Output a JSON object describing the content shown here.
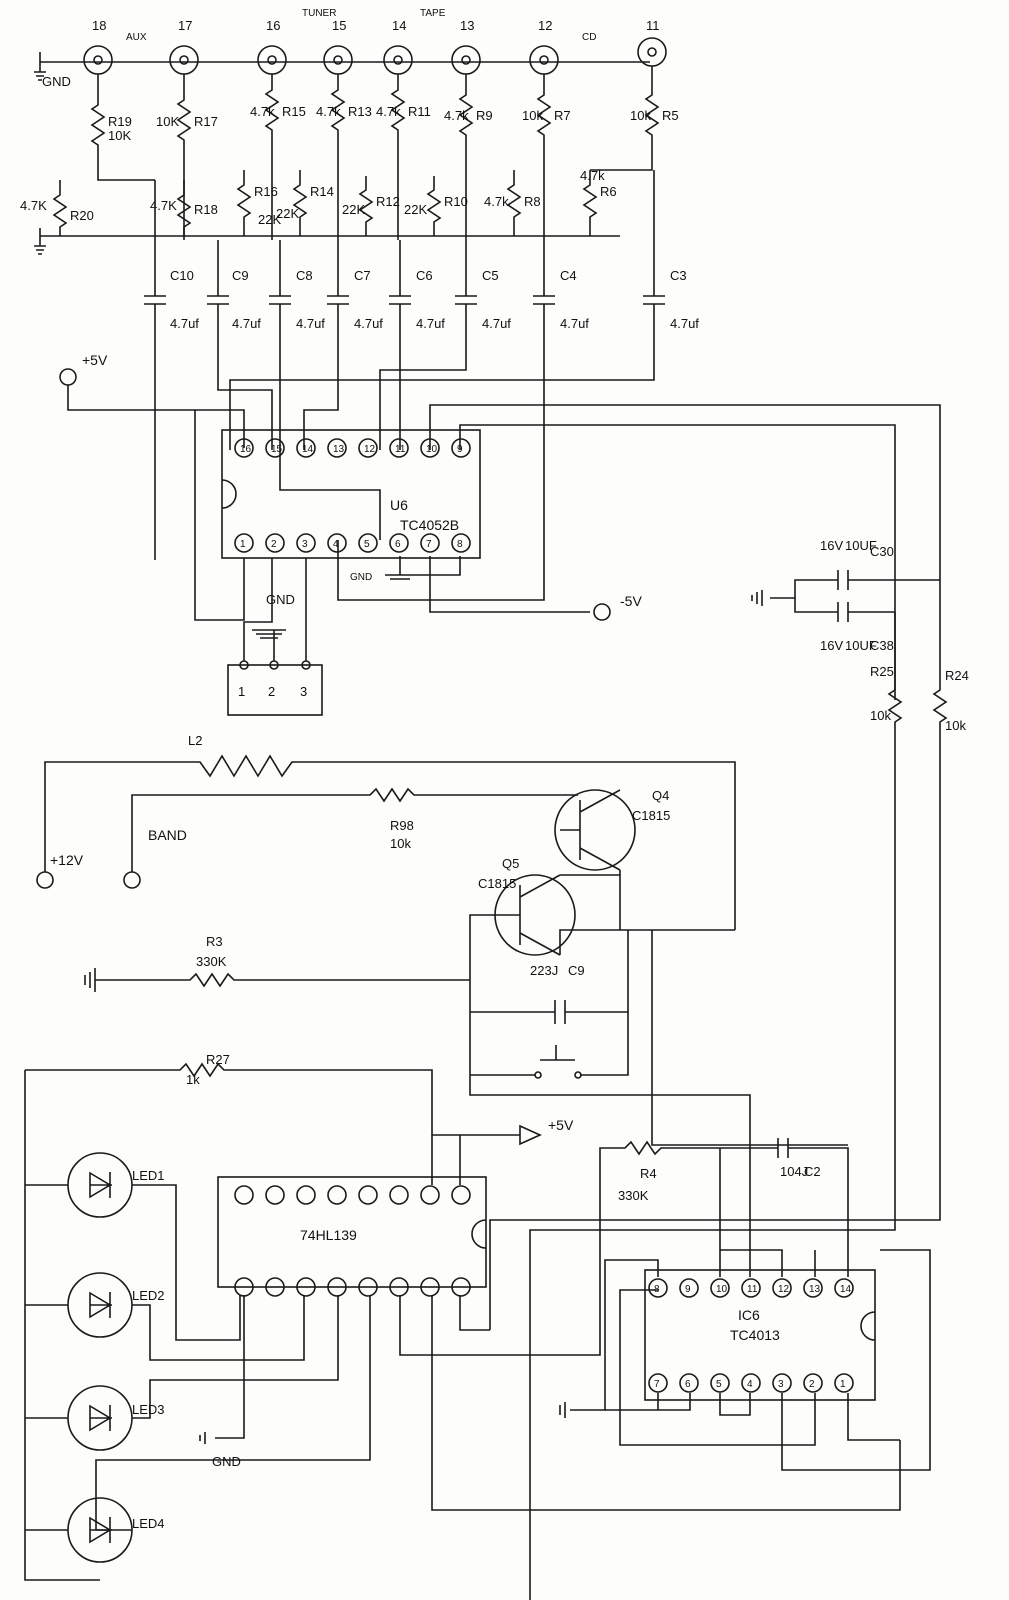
{
  "jacks": {
    "j18": "18",
    "j17": "17",
    "j16": "16",
    "j15": "15",
    "j14": "14",
    "j13": "13",
    "j12": "12",
    "j11": "11"
  },
  "sources": {
    "aux": "AUX",
    "tuner": "TUNER",
    "tape": "TAPE",
    "cd": "CD",
    "gnd": "GND"
  },
  "resistors": {
    "r19": "R19",
    "r19v": "10K",
    "r17": "R17",
    "r17v": "10K",
    "r15": "R15",
    "r15v": "4.7k",
    "r13": "R13",
    "r13v": "4.7k",
    "r11": "R11",
    "r11v": "4.7k",
    "r9": "R9",
    "r9v": "4.7k",
    "r7": "R7",
    "r7v": "10k",
    "r5": "R5",
    "r5v": "10k",
    "r20": "R20",
    "r20v": "4.7K",
    "r18": "R18",
    "r18v": "4.7K",
    "r16": "R16",
    "r16v": "22K",
    "r14": "R14",
    "r14v": "22K",
    "r12": "R12",
    "r12v": "22K",
    "r10": "R10",
    "r10v": "22K",
    "r8": "R8",
    "r8v": "4.7k",
    "r6": "R6",
    "r6v": "4.7k",
    "r24": "R24",
    "r24v": "10k",
    "r25": "R25",
    "r25v": "10k",
    "r98": "R98",
    "r98v": "10k",
    "r3": "R3",
    "r3v": "330K",
    "r27": "R27",
    "r27v": "1k",
    "r4": "R4",
    "r4v": "330K"
  },
  "caps": {
    "c10": "C10",
    "c9": "C9",
    "c8": "C8",
    "c7": "C7",
    "c6": "C6",
    "c5": "C5",
    "c4": "C4",
    "c3": "C3",
    "cval": "4.7uf",
    "c30": "C30",
    "c30v": "10UF",
    "c30u": "16V",
    "c38": "C38",
    "c38v": "10UF",
    "c38u": "16V",
    "c9b": "C9",
    "c9bv": "223J",
    "c2": "C2",
    "c2v": "104J"
  },
  "ics": {
    "u6": "U6",
    "u6p": "TC4052B",
    "ic6": "IC6",
    "ic6p": "TC4013",
    "ic74": "74HL139"
  },
  "pins16": [
    "1",
    "2",
    "3",
    "4",
    "5",
    "6",
    "7",
    "8",
    "9",
    "10",
    "11",
    "12",
    "13",
    "14",
    "15",
    "16"
  ],
  "pins14": [
    "1",
    "2",
    "3",
    "4",
    "5",
    "6",
    "7",
    "8",
    "9",
    "10",
    "11",
    "12",
    "13",
    "14"
  ],
  "transistors": {
    "q4": "Q4",
    "q4p": "C1815",
    "q5": "Q5",
    "q5p": "C1815"
  },
  "supplies": {
    "p5": "+5V",
    "m5": "-5V",
    "p12": "+12V",
    "band": "BAND",
    "p5b": "+5V"
  },
  "grounds": {
    "g1": "GND",
    "g2": "GND",
    "g3": "GND"
  },
  "connector": [
    "1",
    "2",
    "3"
  ],
  "inductor": "L2",
  "leds": [
    "LED1",
    "LED2",
    "LED3",
    "LED4"
  ]
}
